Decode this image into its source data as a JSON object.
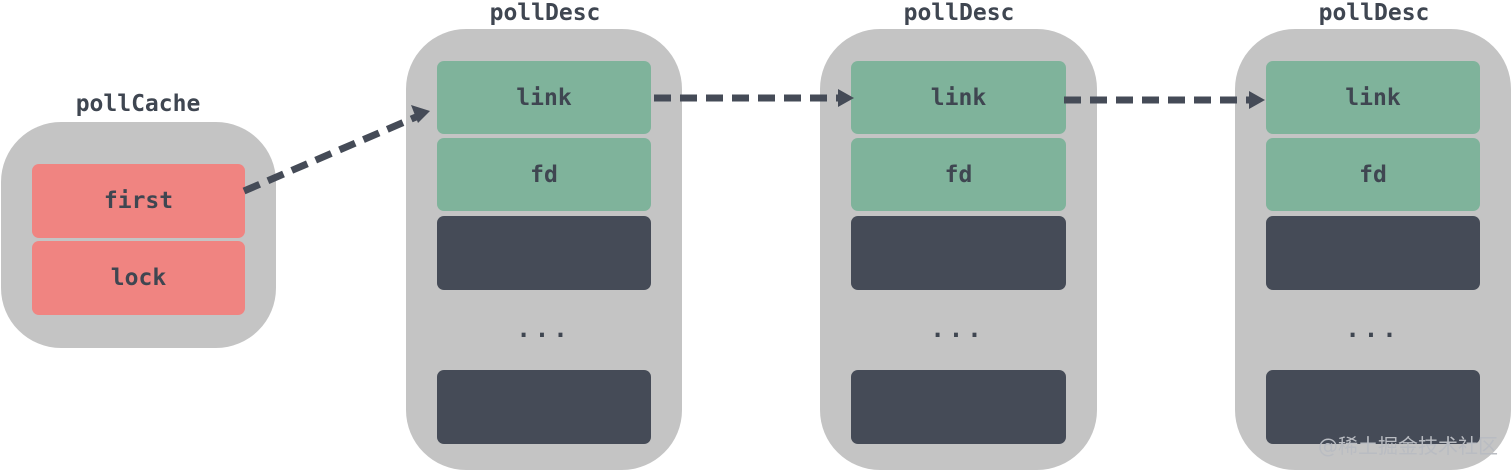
{
  "cache": {
    "title": "pollCache",
    "fields": [
      "first",
      "lock"
    ]
  },
  "descs": [
    {
      "title": "pollDesc",
      "fields": [
        "link",
        "fd"
      ],
      "ellipsis": "..."
    },
    {
      "title": "pollDesc",
      "fields": [
        "link",
        "fd"
      ],
      "ellipsis": "..."
    },
    {
      "title": "pollDesc",
      "fields": [
        "link",
        "fd"
      ],
      "ellipsis": "..."
    }
  ],
  "watermark": "@稀土掘金技术社区",
  "colors": {
    "cache_field": "#f08481",
    "desc_field": "#7fb39b",
    "desc_slot": "#454b57",
    "container": "#c4c4c4",
    "arrow": "#454b57",
    "text": "#3f4651"
  }
}
